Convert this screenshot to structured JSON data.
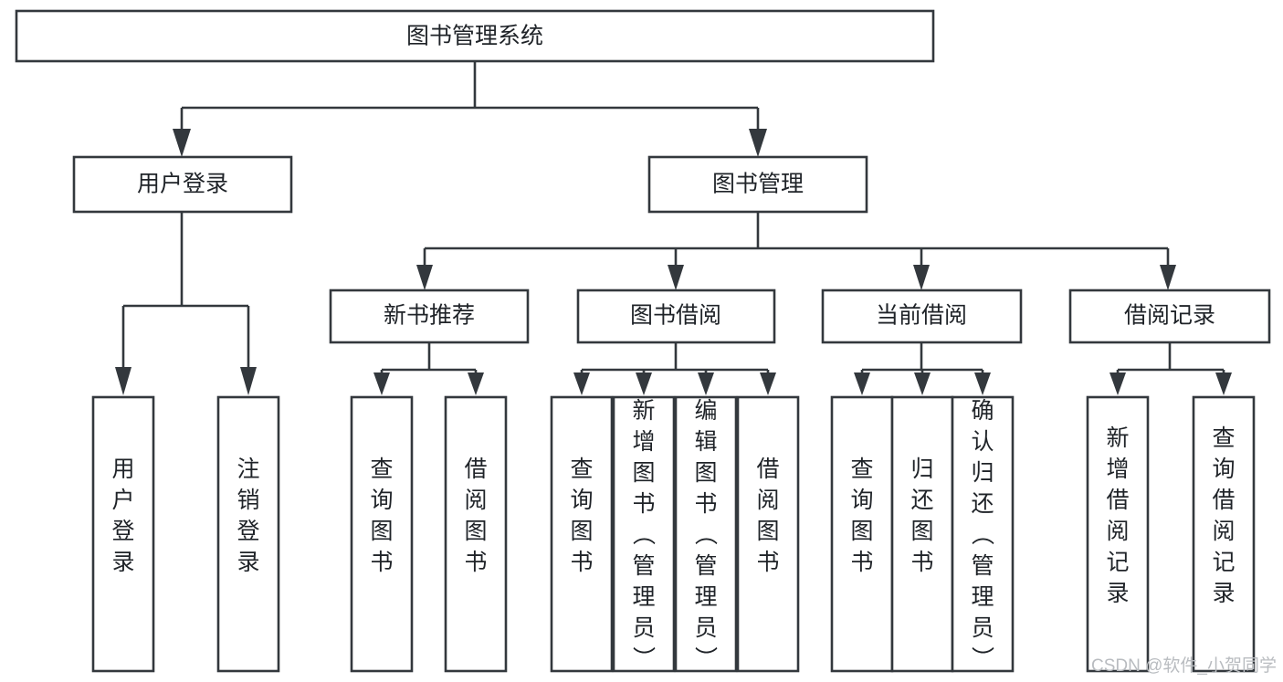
{
  "diagram": {
    "type": "hierarchy-tree",
    "title": "图书管理系统",
    "colors": {
      "stroke": "#33383d",
      "box_fill": "#ffffff",
      "text": "#1f2328",
      "background": "#ffffff",
      "watermark": "#b9bcc0"
    },
    "root": {
      "label": "图书管理系统",
      "orientation": "horizontal"
    },
    "level2": [
      {
        "label": "用户登录",
        "orientation": "horizontal"
      },
      {
        "label": "图书管理",
        "orientation": "horizontal"
      }
    ],
    "level3": [
      {
        "label": "新书推荐",
        "orientation": "horizontal",
        "parent": "图书管理"
      },
      {
        "label": "图书借阅",
        "orientation": "horizontal",
        "parent": "图书管理"
      },
      {
        "label": "当前借阅",
        "orientation": "horizontal",
        "parent": "图书管理"
      },
      {
        "label": "借阅记录",
        "orientation": "horizontal",
        "parent": "图书管理"
      }
    ],
    "leaves": {
      "用户登录": [
        {
          "label": "用户登录",
          "orientation": "vertical"
        },
        {
          "label": "注销登录",
          "orientation": "vertical"
        }
      ],
      "新书推荐": [
        {
          "label": "查询图书",
          "orientation": "vertical"
        },
        {
          "label": "借阅图书",
          "orientation": "vertical"
        }
      ],
      "图书借阅": [
        {
          "label": "查询图书",
          "orientation": "vertical"
        },
        {
          "label": "新增图书（管理员）",
          "orientation": "vertical"
        },
        {
          "label": "编辑图书（管理员）",
          "orientation": "vertical"
        },
        {
          "label": "借阅图书",
          "orientation": "vertical"
        }
      ],
      "当前借阅": [
        {
          "label": "查询图书",
          "orientation": "vertical"
        },
        {
          "label": "归还图书",
          "orientation": "vertical"
        },
        {
          "label": "确认归还（管理员）",
          "orientation": "vertical"
        }
      ],
      "借阅记录": [
        {
          "label": "新增借阅记录",
          "orientation": "vertical"
        },
        {
          "label": "查询借阅记录",
          "orientation": "vertical"
        }
      ]
    },
    "watermark": "CSDN @软件_小贺同学"
  }
}
